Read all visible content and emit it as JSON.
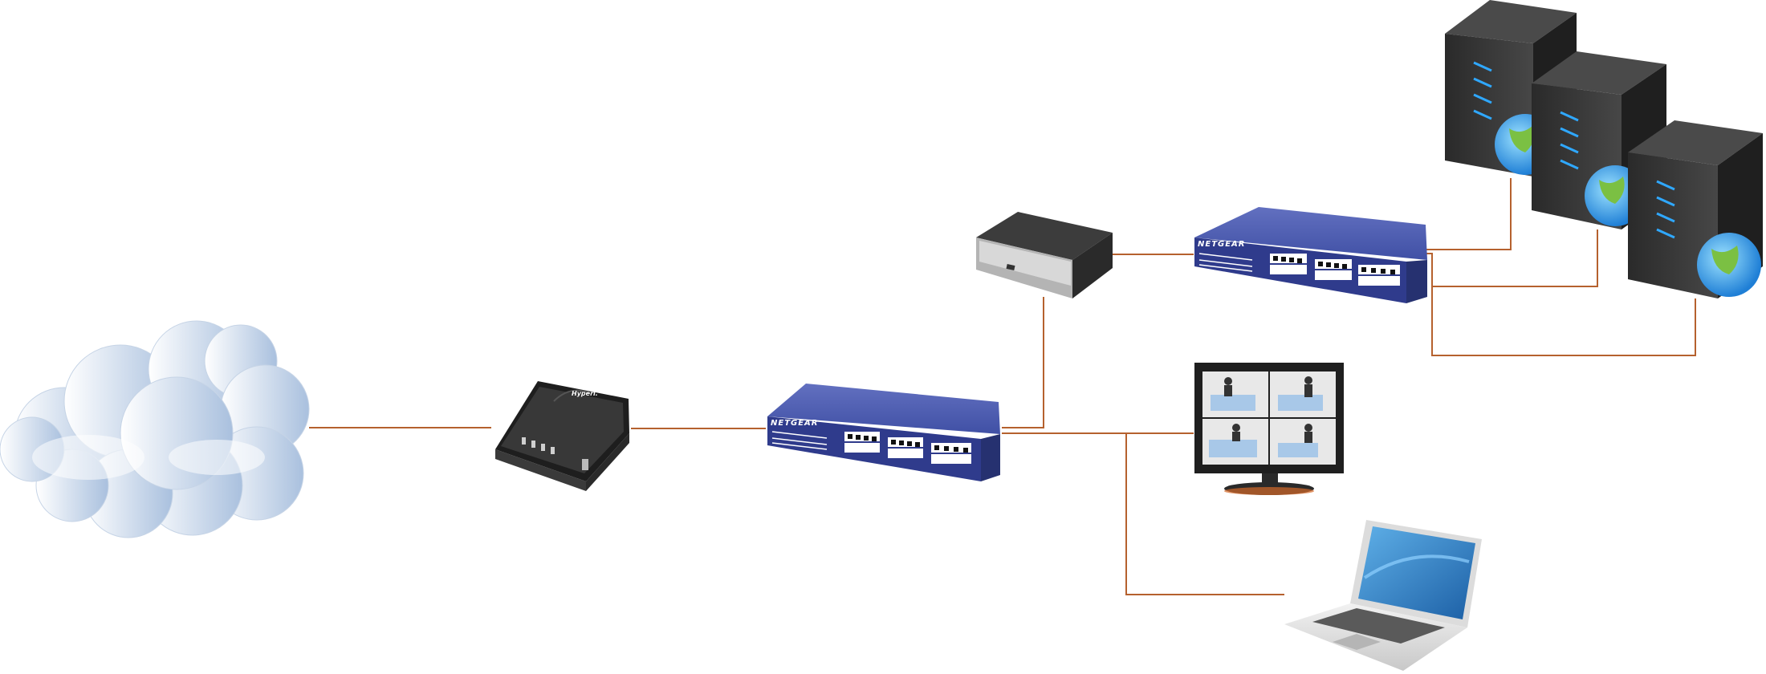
{
  "diagram": {
    "colors": {
      "link": "#b5612e",
      "cloud": "#b8cce4",
      "switch": "#3d4d9e",
      "router": "#2d2d2d",
      "server": "#333333",
      "monitor": "#1f1f1f",
      "laptop_screen": "#2f7fc1"
    },
    "icons": [
      "cloud-icon",
      "modem-icon",
      "switch-icon",
      "appliance-icon",
      "switch-icon",
      "server-icon",
      "server-icon",
      "server-icon",
      "monitor-icon",
      "laptop-icon"
    ],
    "switch_brand_1": "NETGEAR",
    "switch_brand_2": "NETGEAR",
    "modem_brand": "Hyperl."
  }
}
